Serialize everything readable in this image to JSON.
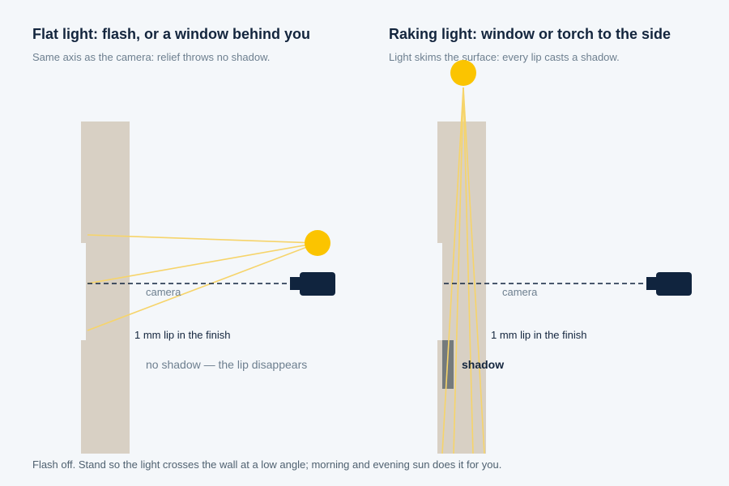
{
  "colors": {
    "background": "#f4f7fa",
    "wall": "#d8d0c4",
    "light": "#fbc400",
    "ray": "#f6d46a",
    "camera": "#10243e",
    "shadow": "#747a7c",
    "title": "#13253d",
    "muted": "#6d7f8f"
  },
  "left_panel": {
    "title": "Flat light: flash, or a window behind you",
    "subtitle": "Same axis as the camera: relief throws no shadow.",
    "camera_label": "camera",
    "lip_label": "1 mm lip in the finish",
    "note": "no shadow — the lip disappears"
  },
  "right_panel": {
    "title": "Raking light: window or torch to the side",
    "subtitle": "Light skims the surface: every lip casts a shadow.",
    "camera_label": "camera",
    "lip_label": "1 mm lip in the finish",
    "shadow_label": "shadow"
  },
  "footer": {
    "text": "Flash off. Stand so the light crosses the wall at a low angle; morning and evening sun does it for you."
  },
  "icons": {
    "light": "sun-circle-icon",
    "camera": "camera-icon"
  }
}
